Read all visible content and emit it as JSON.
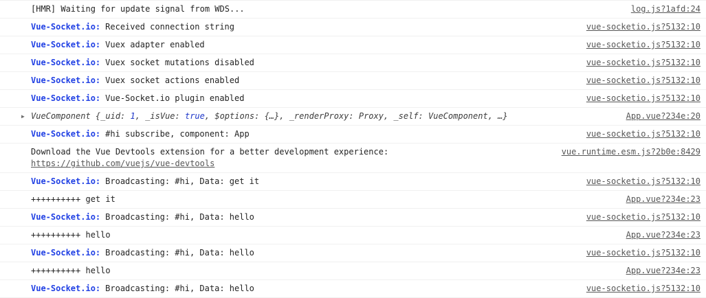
{
  "colors": {
    "background": "#ffffff",
    "text": "#232323",
    "prefix_blue": "#2040e4",
    "link_gray": "#565656",
    "preview_gray": "#3c3c3c",
    "value_blue": "#1d36c9",
    "separator": "#f0f0f0"
  },
  "icons": {
    "disclosure_triangle": "▶"
  },
  "console": {
    "rows": [
      {
        "kind": "plain",
        "message": "[HMR] Waiting for update signal from WDS...",
        "source": "log.js?1afd:24"
      },
      {
        "kind": "socket",
        "prefix": "Vue-Socket.io:",
        "message": "Received connection string",
        "source": "vue-socketio.js?5132:10"
      },
      {
        "kind": "socket",
        "prefix": "Vue-Socket.io:",
        "message": "Vuex adapter enabled",
        "source": "vue-socketio.js?5132:10"
      },
      {
        "kind": "socket",
        "prefix": "Vue-Socket.io:",
        "message": "Vuex socket mutations disabled",
        "source": "vue-socketio.js?5132:10"
      },
      {
        "kind": "socket",
        "prefix": "Vue-Socket.io:",
        "message": "Vuex socket actions enabled",
        "source": "vue-socketio.js?5132:10"
      },
      {
        "kind": "socket",
        "prefix": "Vue-Socket.io:",
        "message": "Vue-Socket.io plugin enabled",
        "source": "vue-socketio.js?5132:10"
      },
      {
        "kind": "object",
        "caret": "▶",
        "source": "App.vue?234e:20",
        "tokens": [
          {
            "text": "VueComponent {_uid: ",
            "style": "plain"
          },
          {
            "text": "1",
            "style": "number"
          },
          {
            "text": ", _isVue: ",
            "style": "plain"
          },
          {
            "text": "true",
            "style": "boolean"
          },
          {
            "text": ", $options: {…}, _renderProxy: Proxy, _self: VueComponent, …}",
            "style": "plain"
          }
        ]
      },
      {
        "kind": "socket",
        "prefix": "Vue-Socket.io:",
        "message": "#hi subscribe, component: App",
        "source": "vue-socketio.js?5132:10"
      },
      {
        "kind": "info-link",
        "message": "Download the Vue Devtools extension for a better development experience:",
        "link": "https://github.com/vuejs/vue-devtools",
        "source": "vue.runtime.esm.js?2b0e:8429"
      },
      {
        "kind": "socket",
        "prefix": "Vue-Socket.io:",
        "message": "Broadcasting: #hi, Data: get it",
        "source": "vue-socketio.js?5132:10"
      },
      {
        "kind": "plain",
        "message": "++++++++++ get it",
        "source": "App.vue?234e:23"
      },
      {
        "kind": "socket",
        "prefix": "Vue-Socket.io:",
        "message": "Broadcasting: #hi, Data: hello",
        "source": "vue-socketio.js?5132:10"
      },
      {
        "kind": "plain",
        "message": "++++++++++ hello",
        "source": "App.vue?234e:23"
      },
      {
        "kind": "socket",
        "prefix": "Vue-Socket.io:",
        "message": "Broadcasting: #hi, Data: hello",
        "source": "vue-socketio.js?5132:10"
      },
      {
        "kind": "plain",
        "message": "++++++++++ hello",
        "source": "App.vue?234e:23"
      },
      {
        "kind": "socket",
        "prefix": "Vue-Socket.io:",
        "message": "Broadcasting: #hi, Data: hello",
        "source": "vue-socketio.js?5132:10"
      }
    ]
  }
}
